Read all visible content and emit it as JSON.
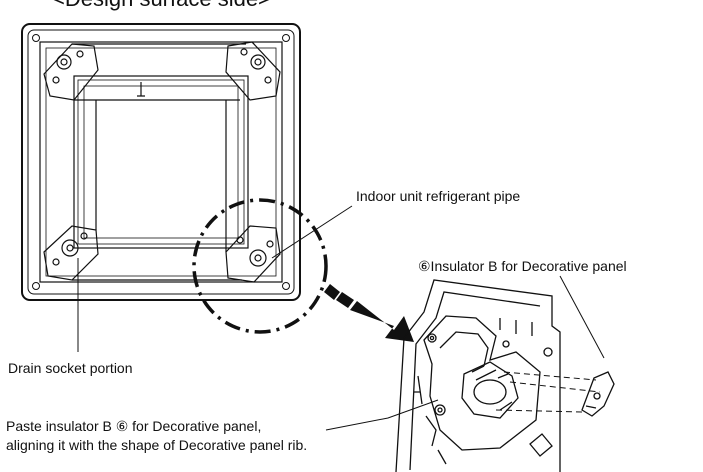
{
  "diagram": {
    "title": "<Design surface side>",
    "labels": {
      "refrigerant_pipe": "Indoor unit refrigerant pipe",
      "insulator": "⑥Insulator B for Decorative panel",
      "drain_socket": "Drain socket portion",
      "paste_line1": "Paste insulator B ⑥ for Decorative panel,",
      "paste_line2": "aligning it with the shape of Decorative panel rib."
    }
  }
}
